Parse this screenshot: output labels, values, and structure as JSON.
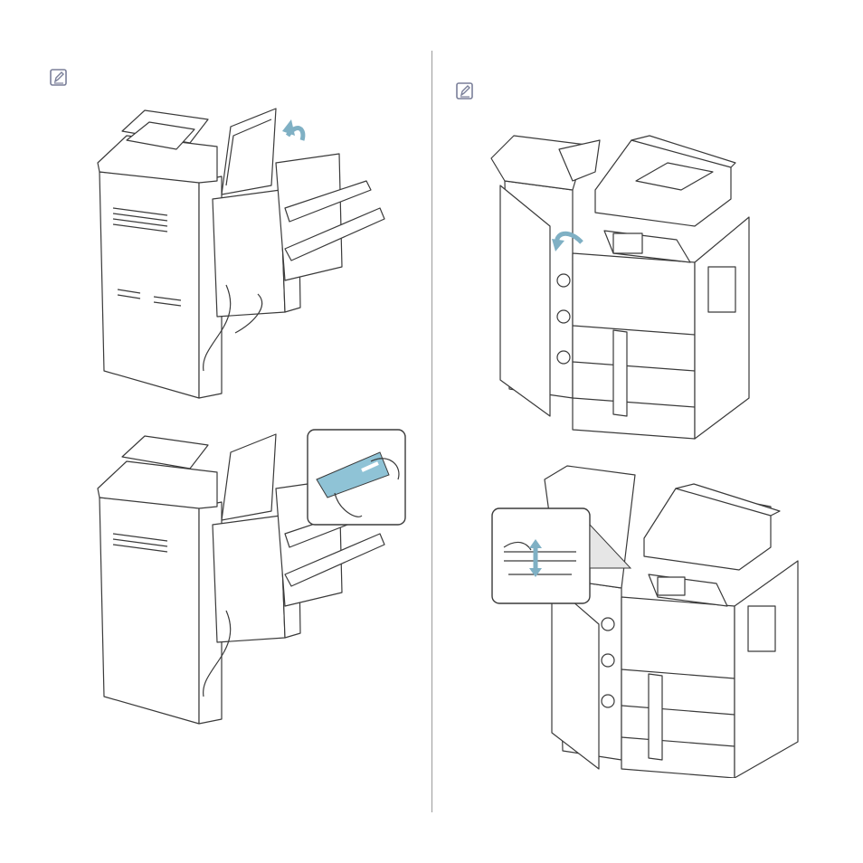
{
  "page": {
    "background": "#ffffff",
    "divider_color": "#9a9a9a"
  },
  "colors": {
    "line": "#3a3a3a",
    "accent_arrow": "#7fb0c4",
    "paper_highlight": "#8fc3d6",
    "note_icon": "#7a7f99"
  },
  "icons": {
    "note_left": "note-pencil-icon",
    "note_right": "note-pencil-icon"
  },
  "figures": [
    {
      "id": "finisher-open-top-cover",
      "arrow": "curved-up"
    },
    {
      "id": "finisher-remove-paper",
      "arrow": "pull-out"
    },
    {
      "id": "finisher-side-open-door",
      "arrow": "curved-left"
    },
    {
      "id": "finisher-side-lift-lever",
      "arrow": "up-down"
    }
  ]
}
